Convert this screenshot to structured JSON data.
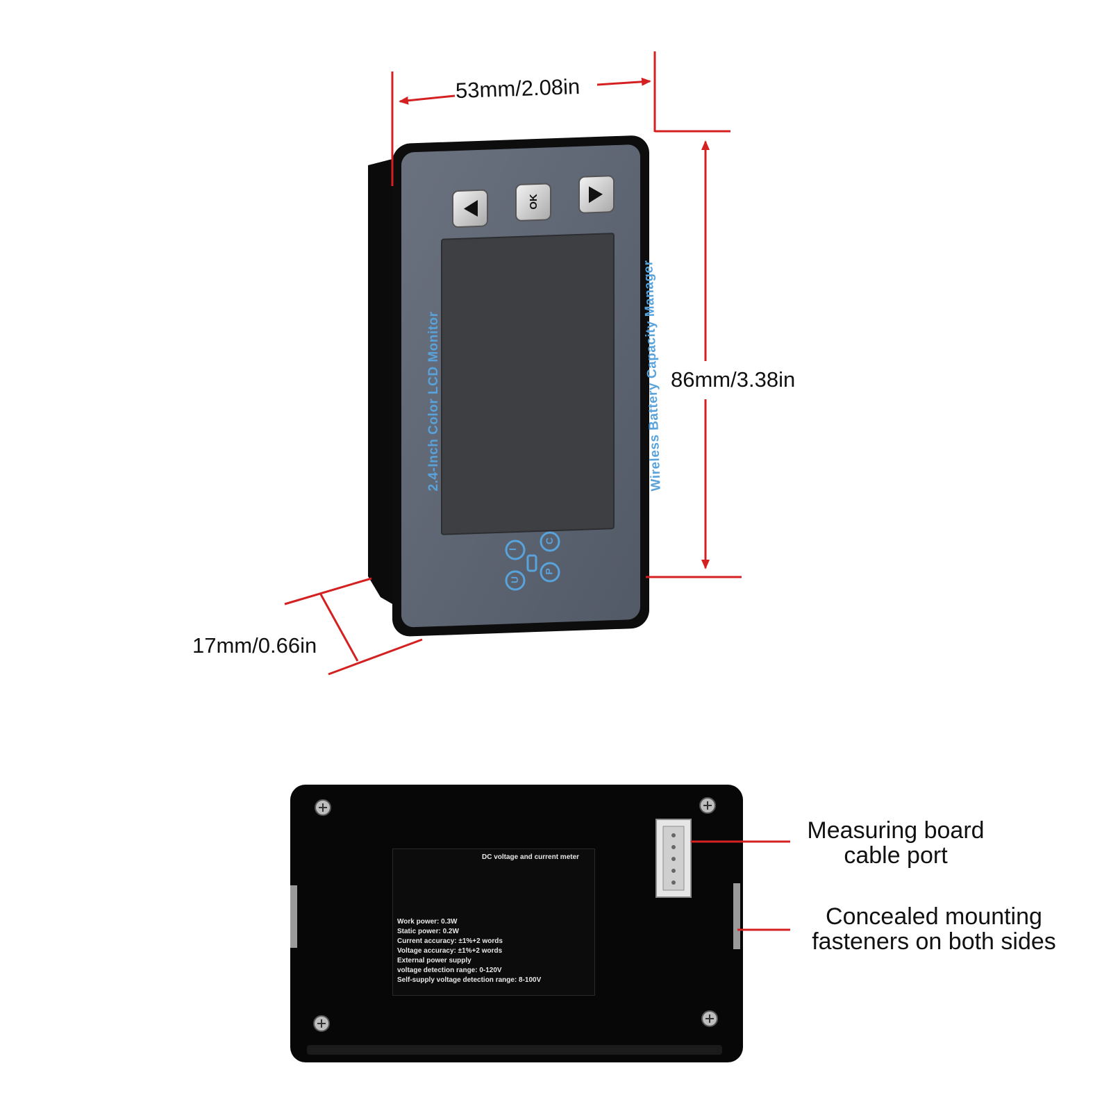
{
  "dimensions": {
    "width": "53mm/2.08in",
    "height": "86mm/3.38in",
    "depth": "17mm/0.66in"
  },
  "device_front": {
    "buttons": {
      "left_icon": "left-triangle",
      "ok_label": "OK",
      "right_icon": "right-triangle"
    },
    "side_text_left": "2.4-Inch Color LCD Monitor",
    "side_text_right": "Wireless Battery Capacity Manager",
    "indicators": {
      "u": "U",
      "i": "I",
      "c": "C",
      "p": "P"
    }
  },
  "device_back": {
    "label": {
      "title": "DC voltage and current meter",
      "lines": [
        "Work power: 0.3W",
        "Static power: 0.2W",
        "Current accuracy: ±1%+2 words",
        "Voltage accuracy: ±1%+2 words",
        "External power supply",
        "voltage detection range: 0-120V",
        "Self-supply voltage detection range: 8-100V"
      ]
    }
  },
  "callouts": {
    "port_line1": "Measuring board",
    "port_line2": "cable port",
    "fastener_line1": "Concealed mounting",
    "fastener_line2": "fasteners on both sides"
  },
  "colors": {
    "dimension_lines": "#d42020",
    "device_face": "#5d6472",
    "bezel": "#0d0d0d",
    "lcd": "#3e3f43",
    "accent_text": "#58a3dc"
  }
}
